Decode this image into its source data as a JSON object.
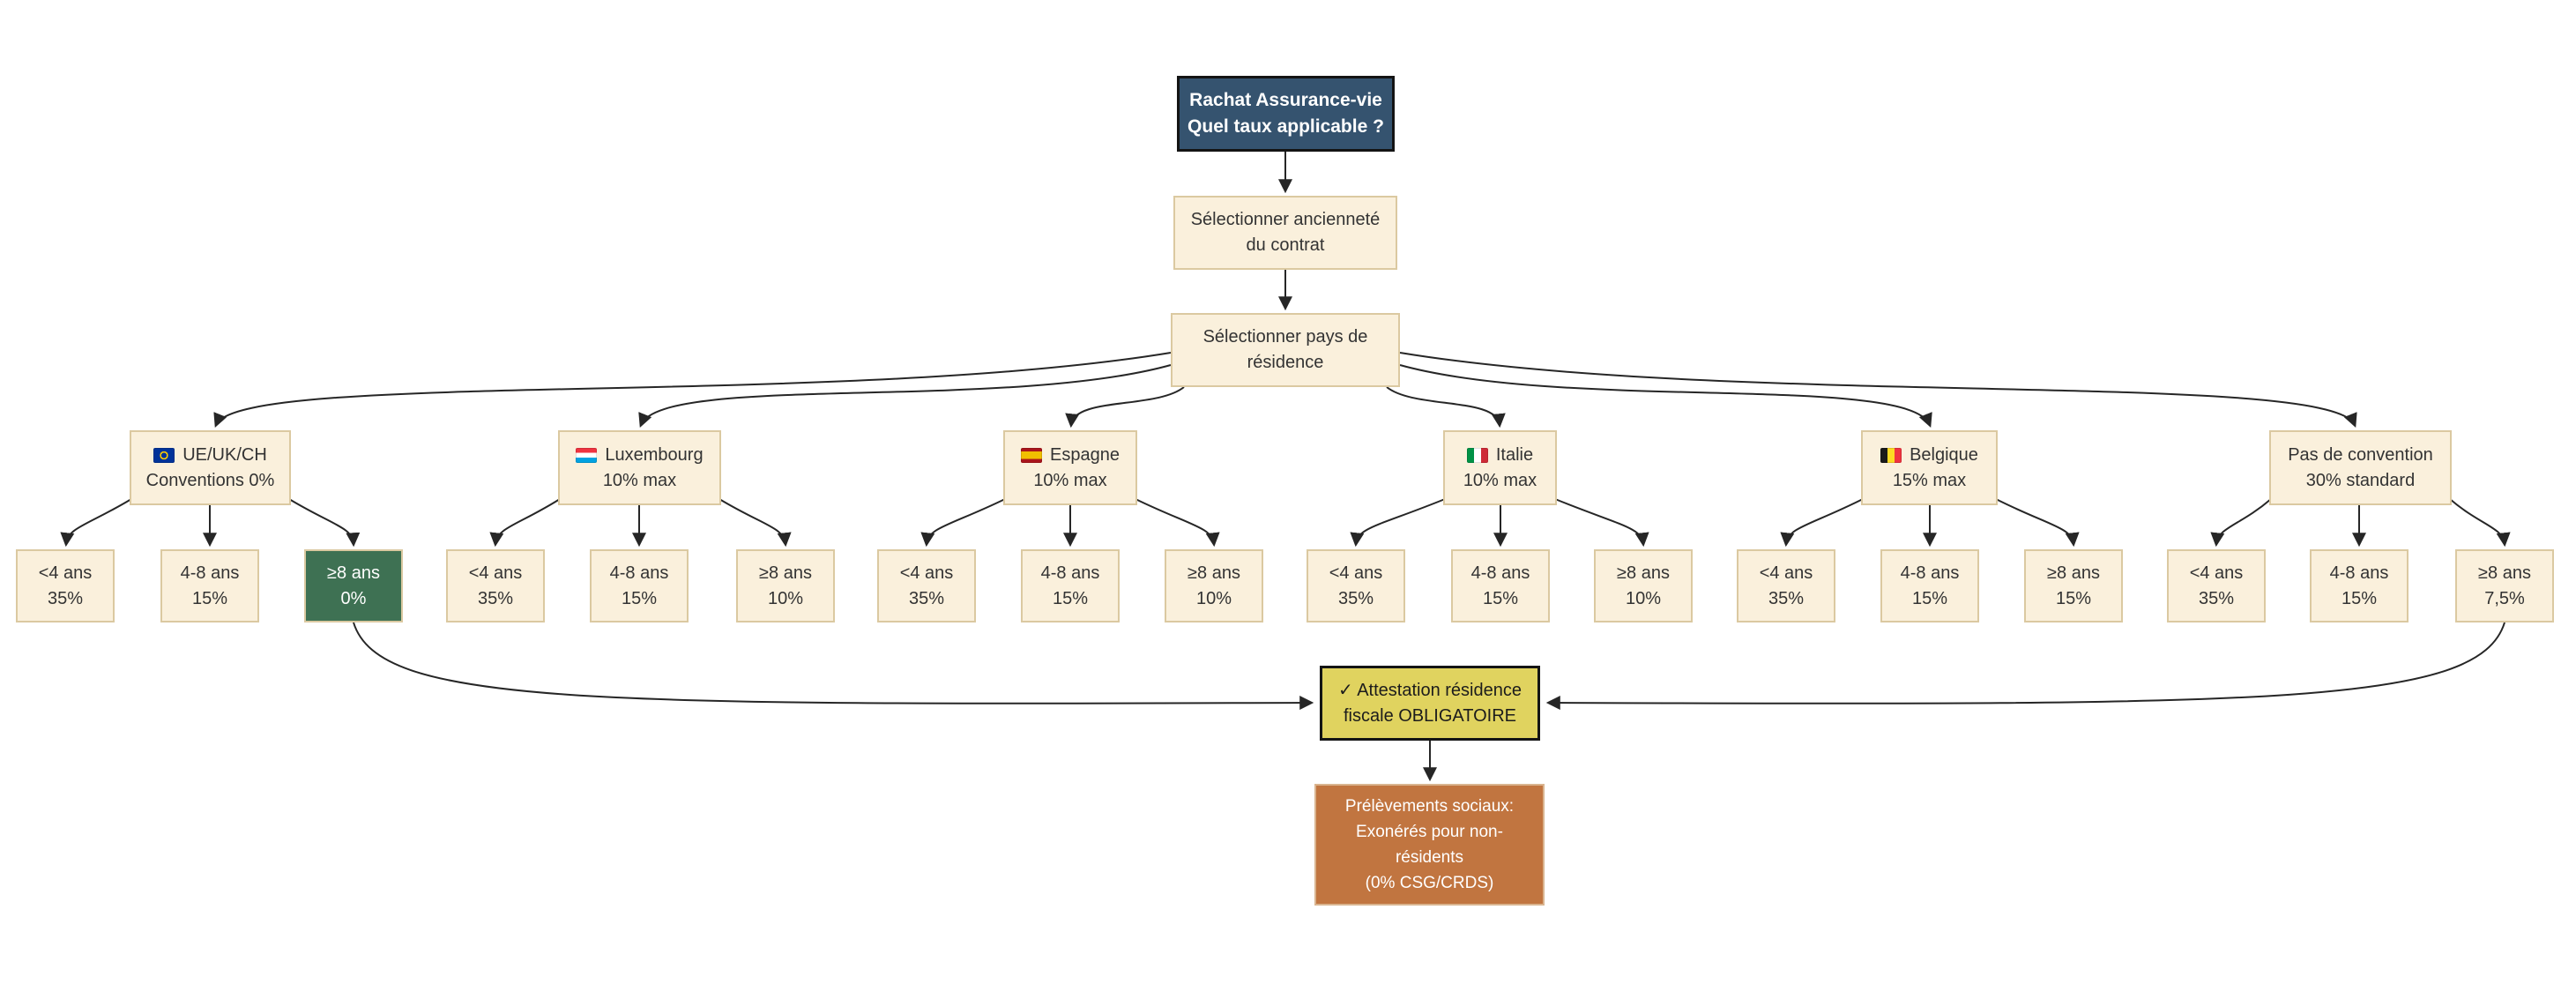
{
  "colors": {
    "root_fill": "#35536F",
    "node_fill": "#FAF0DC",
    "node_border": "#DBC9A1",
    "highlight_green": "#3E7153",
    "attestation_yellow": "#E0D35F",
    "social_orange": "#C17540",
    "edge": "#262626"
  },
  "flowchart": {
    "root": {
      "line1": "Rachat Assurance-vie",
      "line2": "Quel taux applicable ?"
    },
    "step_anciennete": {
      "line1": "Sélectionner ancienneté",
      "line2": "du contrat"
    },
    "step_pays": {
      "line1": "Sélectionner pays de",
      "line2": "résidence"
    },
    "branches": [
      {
        "flag_icon": "eu-flag-icon",
        "name": "UE/UK/CH",
        "rule": "Conventions 0%",
        "leaves": [
          {
            "age": "<4 ans",
            "rate": "35%"
          },
          {
            "age": "4-8 ans",
            "rate": "15%"
          },
          {
            "age": "≥8 ans",
            "rate": "0%"
          }
        ]
      },
      {
        "flag_icon": "luxembourg-flag-icon",
        "name": "Luxembourg",
        "rule": "10% max",
        "leaves": [
          {
            "age": "<4 ans",
            "rate": "35%"
          },
          {
            "age": "4-8 ans",
            "rate": "15%"
          },
          {
            "age": "≥8 ans",
            "rate": "10%"
          }
        ]
      },
      {
        "flag_icon": "spain-flag-icon",
        "name": "Espagne",
        "rule": "10% max",
        "leaves": [
          {
            "age": "<4 ans",
            "rate": "35%"
          },
          {
            "age": "4-8 ans",
            "rate": "15%"
          },
          {
            "age": "≥8 ans",
            "rate": "10%"
          }
        ]
      },
      {
        "flag_icon": "italy-flag-icon",
        "name": "Italie",
        "rule": "10% max",
        "leaves": [
          {
            "age": "<4 ans",
            "rate": "35%"
          },
          {
            "age": "4-8 ans",
            "rate": "15%"
          },
          {
            "age": "≥8 ans",
            "rate": "10%"
          }
        ]
      },
      {
        "flag_icon": "belgium-flag-icon",
        "name": "Belgique",
        "rule": "15% max",
        "leaves": [
          {
            "age": "<4 ans",
            "rate": "35%"
          },
          {
            "age": "4-8 ans",
            "rate": "15%"
          },
          {
            "age": "≥8 ans",
            "rate": "15%"
          }
        ]
      },
      {
        "name": "Pas de convention",
        "rule": "30% standard",
        "leaves": [
          {
            "age": "<4 ans",
            "rate": "35%"
          },
          {
            "age": "4-8 ans",
            "rate": "15%"
          },
          {
            "age": "≥8 ans",
            "rate": "7,5%"
          }
        ]
      }
    ],
    "attestation": {
      "line1": "✓ Attestation résidence",
      "line2": "fiscale OBLIGATOIRE"
    },
    "social": {
      "line1": "Prélèvements sociaux:",
      "line2": "Exonérés pour non-résidents",
      "line3": "(0% CSG/CRDS)"
    }
  }
}
